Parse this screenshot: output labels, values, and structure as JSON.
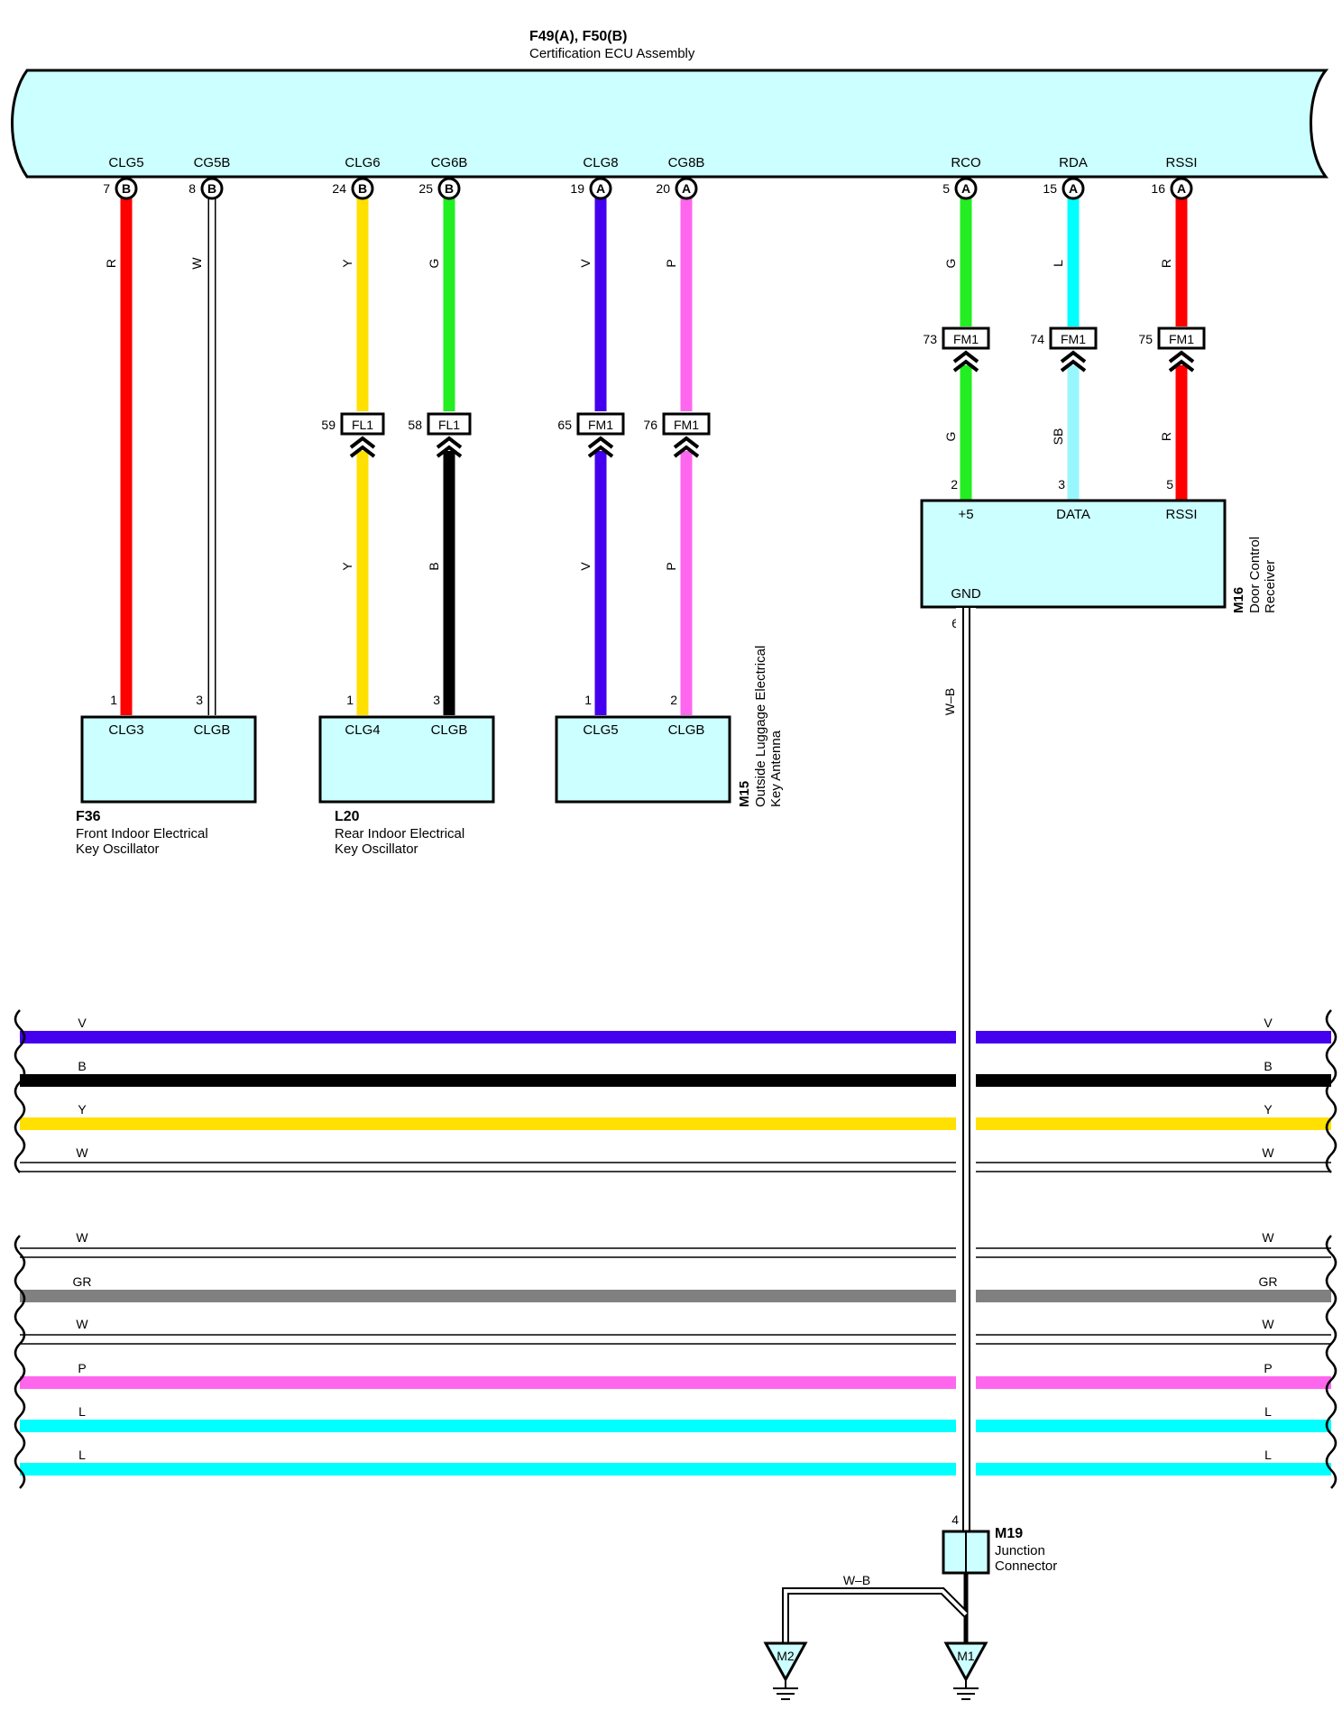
{
  "ecu": {
    "part": "F49(A), F50(B)",
    "name": "Certification ECU Assembly"
  },
  "ecu_pins": [
    {
      "name": "CLG5",
      "num": "7",
      "conn": "B"
    },
    {
      "name": "CG5B",
      "num": "8",
      "conn": "B"
    },
    {
      "name": "CLG6",
      "num": "24",
      "conn": "B"
    },
    {
      "name": "CG6B",
      "num": "25",
      "conn": "B"
    },
    {
      "name": "CLG8",
      "num": "19",
      "conn": "A"
    },
    {
      "name": "CG8B",
      "num": "20",
      "conn": "A"
    },
    {
      "name": "RCO",
      "num": "5",
      "conn": "A"
    },
    {
      "name": "RDA",
      "num": "15",
      "conn": "A"
    },
    {
      "name": "RSSI",
      "num": "16",
      "conn": "A"
    }
  ],
  "wire_labels_upper": [
    "R",
    "W",
    "Y",
    "G",
    "V",
    "P",
    "G",
    "L",
    "R"
  ],
  "wire_labels_lower": [
    "Y",
    "B",
    "V",
    "P",
    "G",
    "SB",
    "R"
  ],
  "wire_colors": {
    "red": "#ff0000",
    "white": "#ffffff",
    "yellow": "#ffe000",
    "green": "#22ee22",
    "violet": "#4400ee",
    "pink": "#ff66ee",
    "blue": "#00ffff",
    "skyblue": "#99f6ff",
    "black": "#000000",
    "gray": "#808080",
    "box": "#ccffff"
  },
  "inline_connectors": [
    {
      "num": "59",
      "label": "FL1"
    },
    {
      "num": "58",
      "label": "FL1"
    },
    {
      "num": "65",
      "label": "FM1"
    },
    {
      "num": "76",
      "label": "FM1"
    },
    {
      "num": "73",
      "label": "FM1"
    },
    {
      "num": "74",
      "label": "FM1"
    },
    {
      "num": "75",
      "label": "FM1"
    }
  ],
  "components": {
    "f36": {
      "part": "F36",
      "line1": "Front Indoor Electrical",
      "line2": "Key Oscillator",
      "pin1": "CLG3",
      "pin2": "CLGB",
      "num1": "1",
      "num2": "3"
    },
    "l20": {
      "part": "L20",
      "line1": "Rear Indoor Electrical",
      "line2": "Key Oscillator",
      "pin1": "CLG4",
      "pin2": "CLGB",
      "num1": "1",
      "num2": "3"
    },
    "m15": {
      "part": "M15",
      "line1": "Outside Luggage Electrical",
      "line2": "Key Antenna",
      "pin1": "CLG5",
      "pin2": "CLGB",
      "num1": "1",
      "num2": "2"
    },
    "m16": {
      "part": "M16",
      "line1": "Door Control",
      "line2": "Receiver",
      "pin1": "+5",
      "pin2": "DATA",
      "pin3": "RSSI",
      "pin4": "GND",
      "num1": "2",
      "num2": "3",
      "num3": "5",
      "num4": "6"
    },
    "m19": {
      "part": "M19",
      "line1": "Junction",
      "line2": "Connector",
      "num": "4"
    }
  },
  "ground_wire": "W–B",
  "grounds": [
    "M2",
    "M1"
  ],
  "bus_group1": [
    "V",
    "B",
    "Y",
    "W"
  ],
  "bus_group2": [
    "W",
    "GR",
    "W",
    "P",
    "L",
    "L"
  ]
}
